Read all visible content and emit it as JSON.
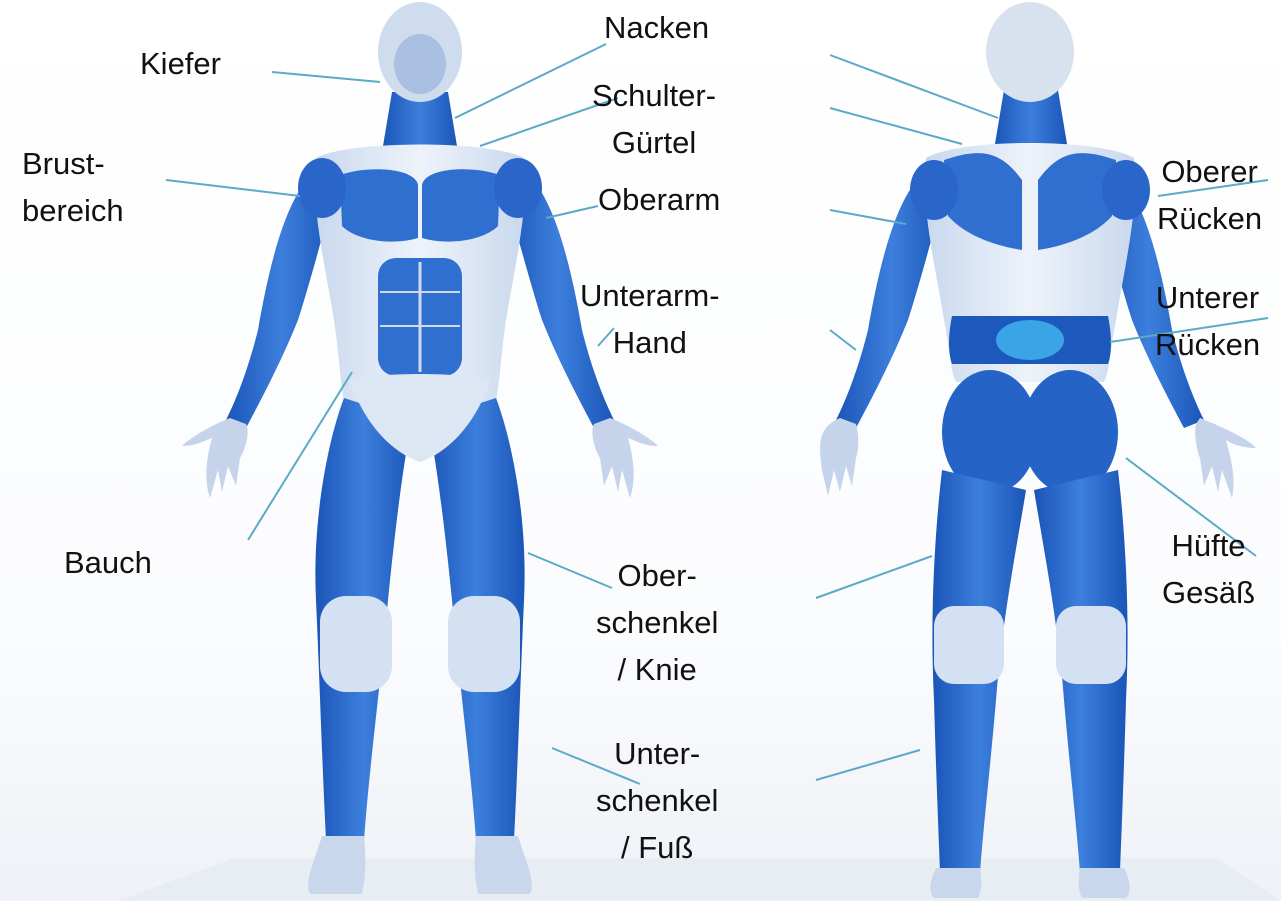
{
  "diagram": {
    "colors": {
      "muscle": "#1f63c8",
      "muscle_light": "#7fa7e6",
      "body_pale": "#dde7f4",
      "leader_line": "#5aaac8",
      "label_text": "#111111"
    },
    "figures": [
      "front-view",
      "back-view"
    ],
    "labels": {
      "kiefer": [
        "Kiefer"
      ],
      "nacken": [
        "Nacken"
      ],
      "schulter": [
        "Schulter-",
        "Gürtel"
      ],
      "brust": [
        "Brust-",
        "bereich"
      ],
      "oberarm": [
        "Oberarm"
      ],
      "unterarm": [
        "Unterarm-",
        "Hand"
      ],
      "bauch": [
        "Bauch"
      ],
      "oberschenkel": [
        "Ober-",
        "schenkel",
        "/ Knie"
      ],
      "unterschenkel": [
        "Unter-",
        "schenkel",
        "/ Fuß"
      ],
      "oberer_ruecken": [
        "Oberer",
        "Rücken"
      ],
      "unterer_ruecken": [
        "Unterer",
        "Rücken"
      ],
      "huefte": [
        "Hüfte",
        "Gesäß"
      ]
    }
  }
}
